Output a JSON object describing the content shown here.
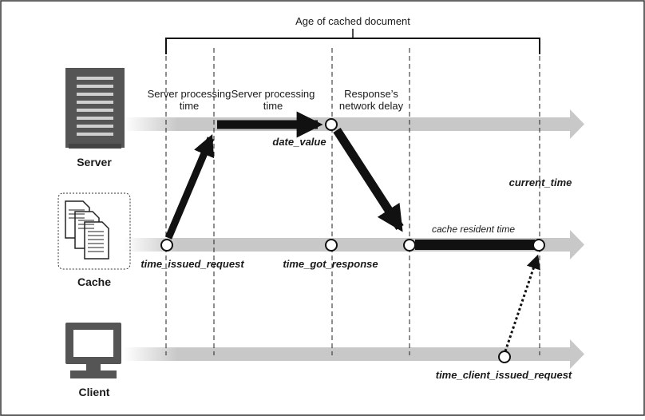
{
  "title": "Age of cached document",
  "entities": {
    "server": "Server",
    "cache": "Cache",
    "client": "Client"
  },
  "phases": {
    "request_line1": "Server processing",
    "request_line2": "time",
    "processing_line1": "Server processing",
    "processing_line2": "time",
    "response_line1": "Response’s",
    "response_line2": "network delay"
  },
  "events": {
    "date_value": "date_value",
    "current_time": "current_time",
    "time_issued_request": "time_issued_request",
    "time_got_response": "time_got_response",
    "time_client_issued_request": "time_client_issued_request"
  },
  "spans": {
    "cache_resident_time": "cache resident time"
  },
  "colors": {
    "timeline": "#c8c8c8",
    "arrow": "#111111",
    "border": "#333333"
  },
  "icons": {
    "server": "server-tower-icon",
    "cache": "document-stack-icon",
    "client": "monitor-icon"
  }
}
